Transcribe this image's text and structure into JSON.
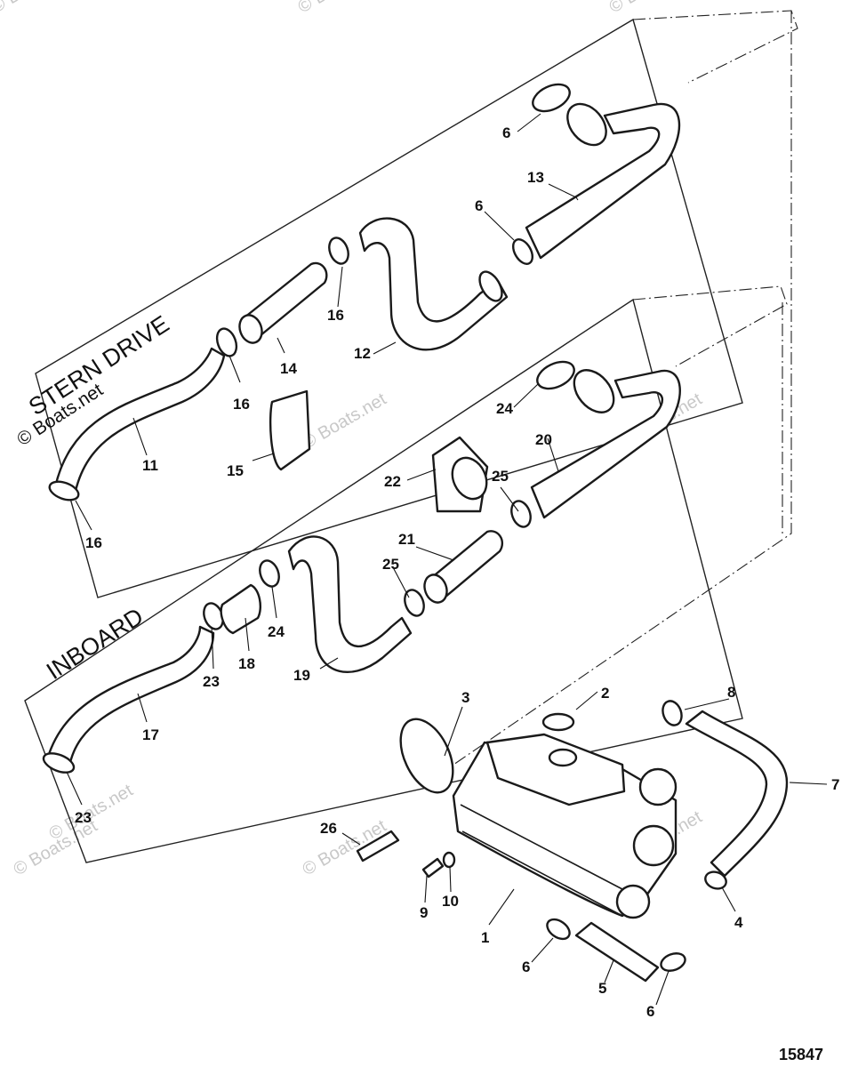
{
  "sections": {
    "stern_drive": "STERN DRIVE",
    "inboard": "INBOARD"
  },
  "watermark": "© Boats.net",
  "drawing_number": "15847",
  "callouts": [
    "1",
    "2",
    "3",
    "4",
    "5",
    "6",
    "7",
    "8",
    "9",
    "10",
    "11",
    "12",
    "13",
    "14",
    "15",
    "16",
    "17",
    "18",
    "19",
    "20",
    "21",
    "22",
    "23",
    "24",
    "25",
    "26"
  ]
}
